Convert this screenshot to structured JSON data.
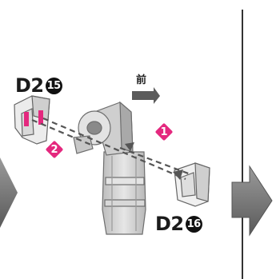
{
  "labels": {
    "part_top": {
      "code": "D2",
      "number": "15"
    },
    "part_bottom": {
      "code": "D2",
      "number": "16"
    },
    "direction": "前"
  },
  "steps": [
    "1",
    "2"
  ],
  "colors": {
    "accent": "#e4287e",
    "part_gray": "#d6d6d6",
    "panel_divider": "#333333"
  },
  "icons": [
    "next-step-arrow-icon",
    "direction-arrow-icon"
  ]
}
